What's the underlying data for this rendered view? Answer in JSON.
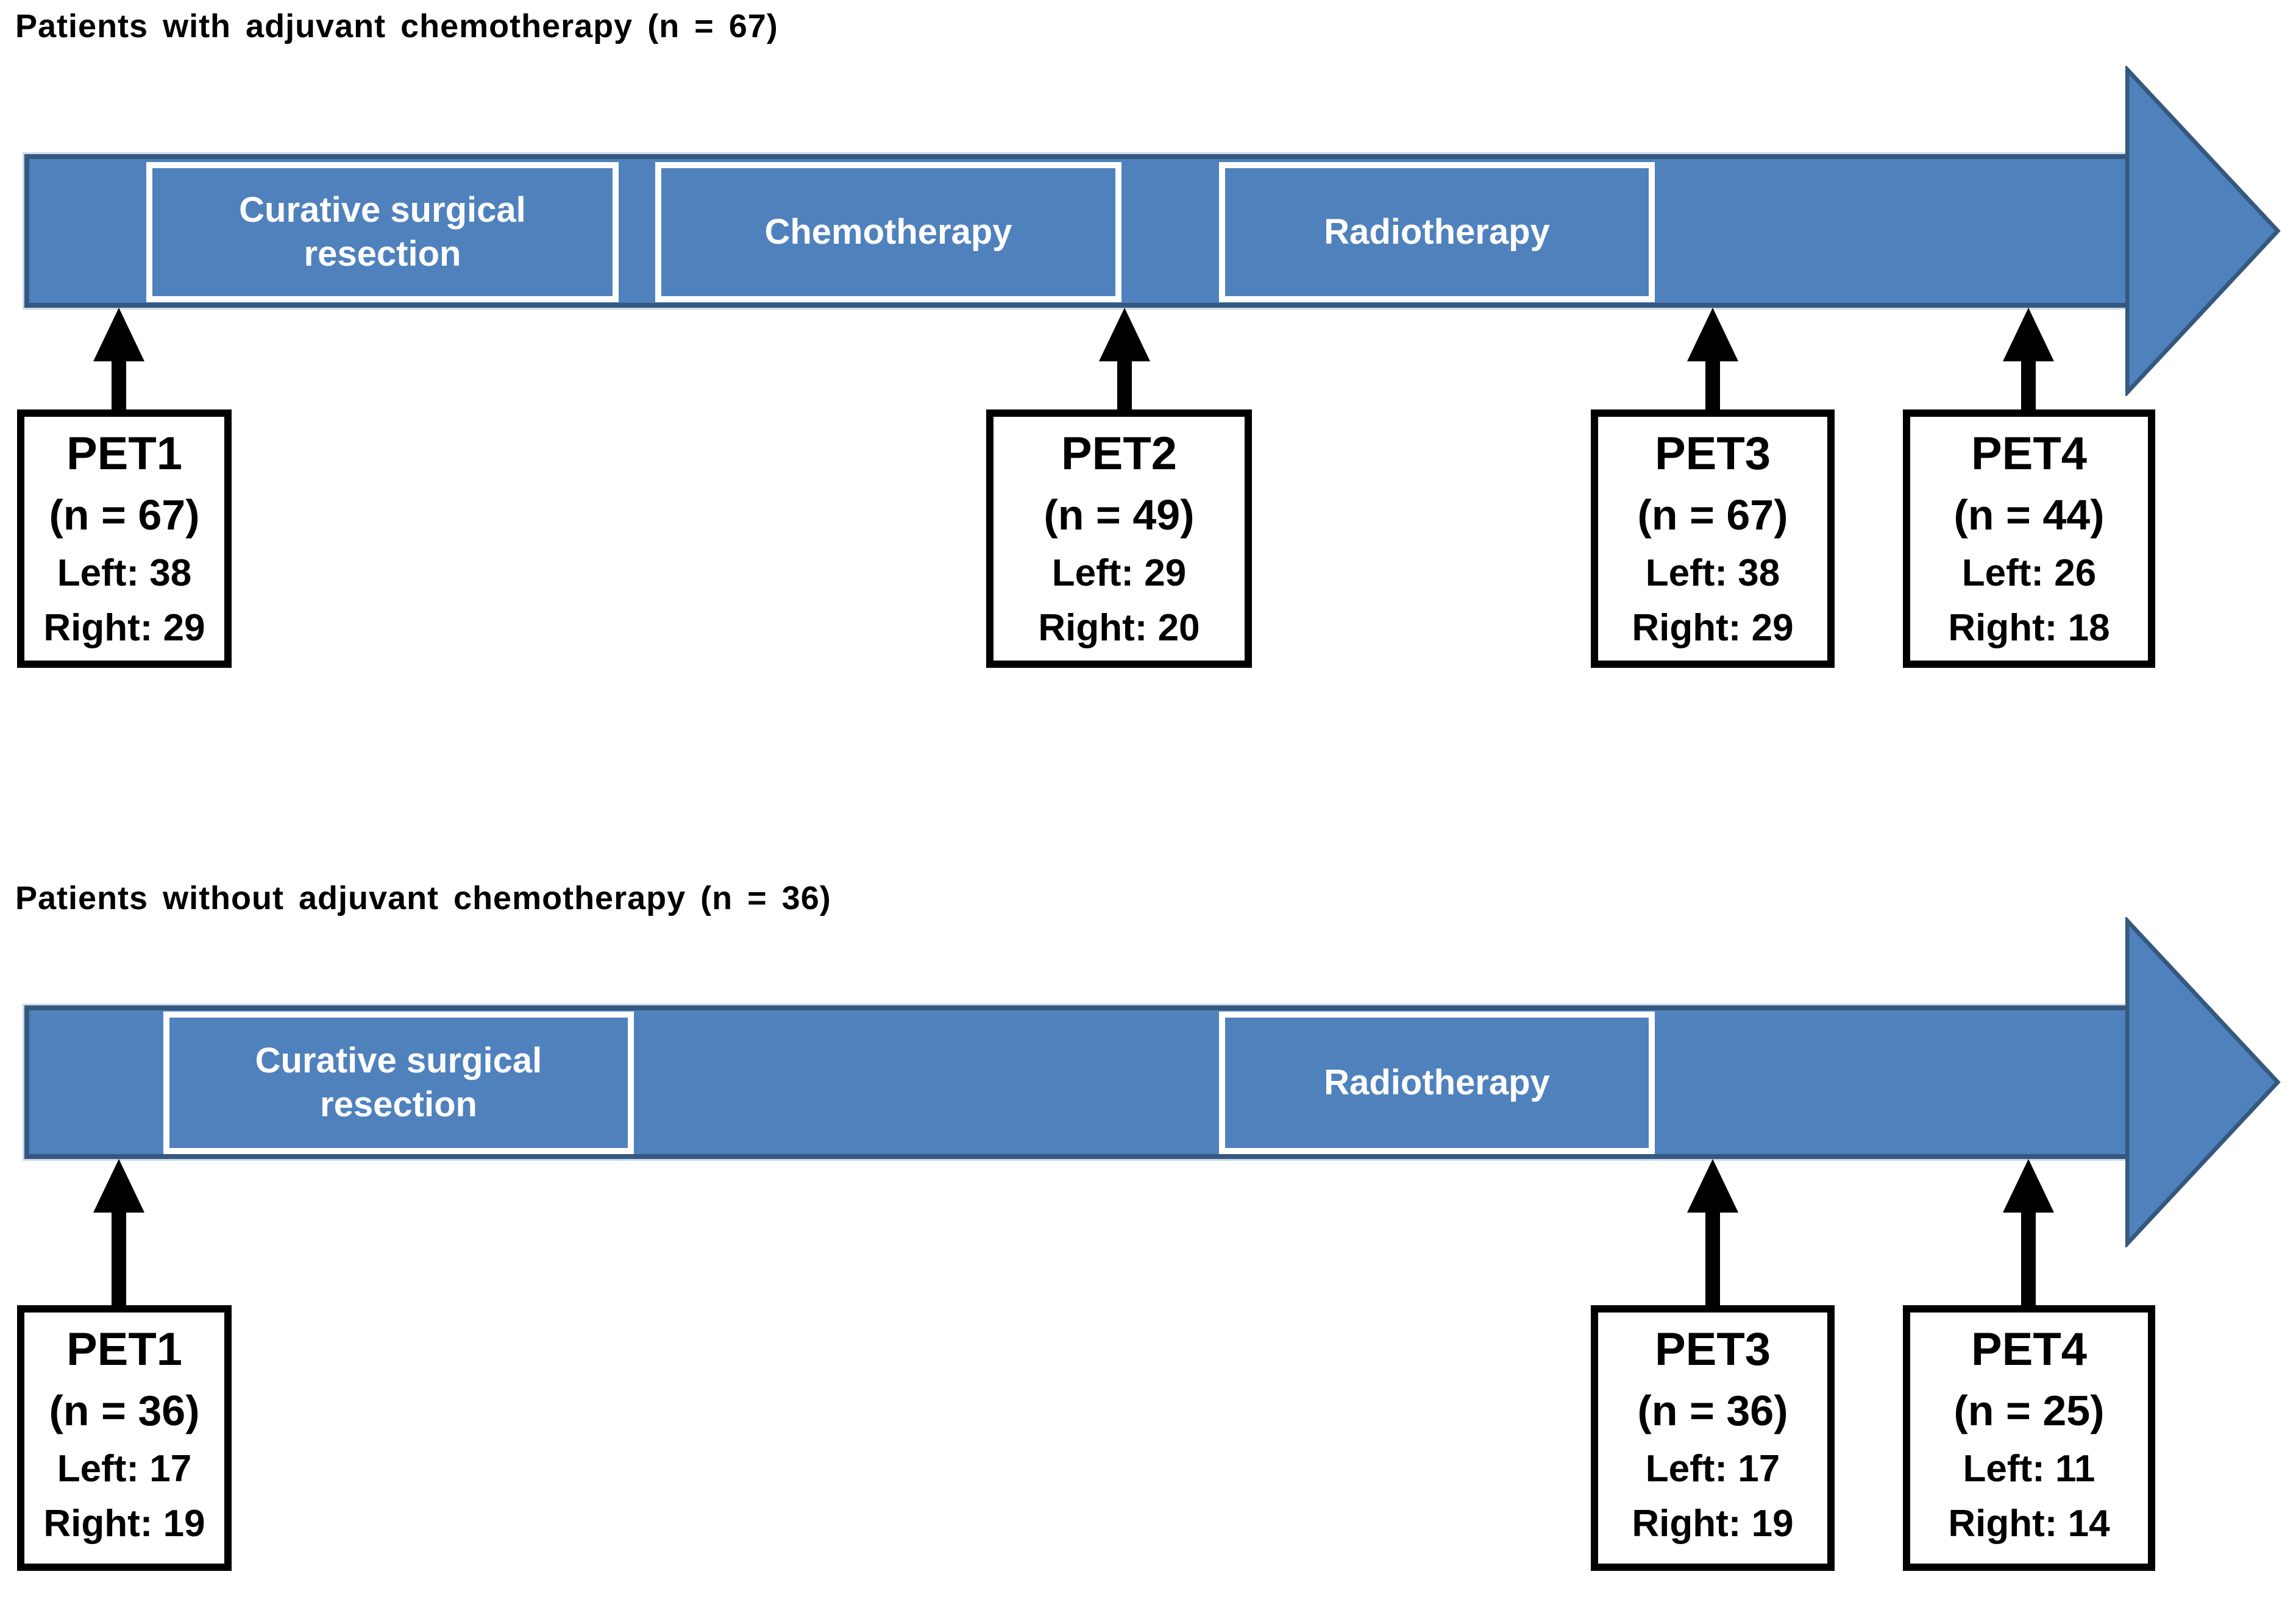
{
  "colors": {
    "band_fill": "#4F81BD",
    "band_border": "#35587F",
    "band_outline": "#CDD9EA",
    "pointer_black": "#000000",
    "stage_text": "#ffffff",
    "pet_text": "#000000"
  },
  "icons": {
    "timeline_arrow": "right-arrow",
    "pet_pointer": "up-arrow"
  },
  "sections": [
    {
      "title": "Patients with adjuvant chemotherapy (n = 67)",
      "stages": [
        {
          "label": "Curative surgical resection"
        },
        {
          "label": "Chemotherapy"
        },
        {
          "label": "Radiotherapy"
        }
      ],
      "pet_boxes": [
        {
          "name": "PET1",
          "n": "(n = 67)",
          "left": "Left: 38",
          "right": "Right: 29"
        },
        {
          "name": "PET2",
          "n": "(n = 49)",
          "left": "Left: 29",
          "right": "Right: 20"
        },
        {
          "name": "PET3",
          "n": "(n = 67)",
          "left": "Left: 38",
          "right": "Right: 29"
        },
        {
          "name": "PET4",
          "n": "(n = 44)",
          "left": "Left: 26",
          "right": "Right: 18"
        }
      ]
    },
    {
      "title": "Patients without adjuvant chemotherapy (n = 36)",
      "stages": [
        {
          "label": "Curative surgical resection"
        },
        {
          "label": "Radiotherapy"
        }
      ],
      "pet_boxes": [
        {
          "name": "PET1",
          "n": "(n = 36)",
          "left": "Left: 17",
          "right": "Right: 19"
        },
        {
          "name": "PET3",
          "n": "(n = 36)",
          "left": "Left: 17",
          "right": "Right: 19"
        },
        {
          "name": "PET4",
          "n": "(n = 25)",
          "left": "Left: 11",
          "right": "Right: 14"
        }
      ]
    }
  ]
}
